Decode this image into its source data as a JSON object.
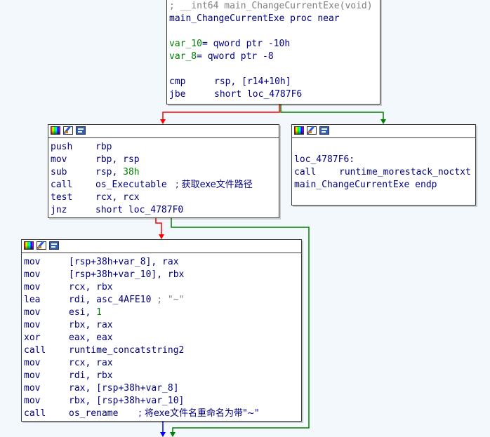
{
  "nodes": {
    "n0": {
      "lines": [
        {
          "type": "comment",
          "text": "; __int64 main_ChangeCurrentExe(void)"
        },
        {
          "type": "label",
          "text": "main_ChangeCurrentExe proc near"
        },
        {
          "type": "empty"
        },
        {
          "type": "var",
          "name": "var_10",
          "rest": "= qword ptr -10h"
        },
        {
          "type": "var",
          "name": "var_8",
          "rest": "= qword ptr -8"
        },
        {
          "type": "empty"
        },
        {
          "type": "insn",
          "mn": "cmp",
          "op": "rsp, [r14+10h]"
        },
        {
          "type": "insn",
          "mn": "jbe",
          "op": "short loc_4787F6"
        }
      ]
    },
    "n1": {
      "lines": [
        {
          "type": "insn",
          "mn": "push",
          "op": "rbp"
        },
        {
          "type": "insn",
          "mn": "mov",
          "op": "rbp, rsp"
        },
        {
          "type": "insn",
          "mn": "sub",
          "op": "rsp, ",
          "num": "38h"
        },
        {
          "type": "insn",
          "mn": "call",
          "op": "os_Executable",
          "cmt": "   ; 获取exe文件路径",
          "cmtcn": true
        },
        {
          "type": "insn",
          "mn": "test",
          "op": "rcx, rcx"
        },
        {
          "type": "insn",
          "mn": "jnz",
          "op": "short loc_4787F0"
        }
      ]
    },
    "n2": {
      "lines": [
        {
          "type": "empty"
        },
        {
          "type": "label",
          "text": "loc_4787F6:"
        },
        {
          "type": "insn",
          "mn": "call",
          "op": "runtime_morestack_noctxt"
        },
        {
          "type": "label",
          "text": "main_ChangeCurrentExe endp"
        }
      ]
    },
    "n3": {
      "lines": [
        {
          "type": "insn",
          "mn": "mov",
          "op": "[rsp+38h+var_8], rax"
        },
        {
          "type": "insn",
          "mn": "mov",
          "op": "[rsp+38h+var_10], rbx"
        },
        {
          "type": "insn",
          "mn": "mov",
          "op": "rcx, rbx"
        },
        {
          "type": "insn",
          "mn": "lea",
          "op": "rdi, asc_4AFE10",
          "cmt": " ; \"~\"",
          "cmtgray": true
        },
        {
          "type": "insn",
          "mn": "mov",
          "op": "esi, ",
          "num": "1"
        },
        {
          "type": "insn",
          "mn": "mov",
          "op": "rbx, rax"
        },
        {
          "type": "insn",
          "mn": "xor",
          "op": "eax, eax"
        },
        {
          "type": "insn",
          "mn": "call",
          "op": "runtime_concatstring2"
        },
        {
          "type": "insn",
          "mn": "mov",
          "op": "rcx, rax"
        },
        {
          "type": "insn",
          "mn": "mov",
          "op": "rdi, rbx"
        },
        {
          "type": "insn",
          "mn": "mov",
          "op": "rax, [rsp+38h+var_8]"
        },
        {
          "type": "insn",
          "mn": "mov",
          "op": "rbx, [rsp+38h+var_10]"
        },
        {
          "type": "insn",
          "mn": "call",
          "op": "os_rename",
          "cmt": "       ; 将exe文件名重命名为带\"~\"",
          "cmtcn": true
        }
      ]
    }
  },
  "colors": {
    "background": "#f3f8fc",
    "text": "#000080",
    "comment": "#7f7f7f",
    "edge_false": "#ff0000",
    "edge_true": "#008000",
    "edge_uncond": "#0000ff"
  },
  "icons": [
    "color-palette-icon",
    "rename-icon",
    "graph-view-icon"
  ]
}
